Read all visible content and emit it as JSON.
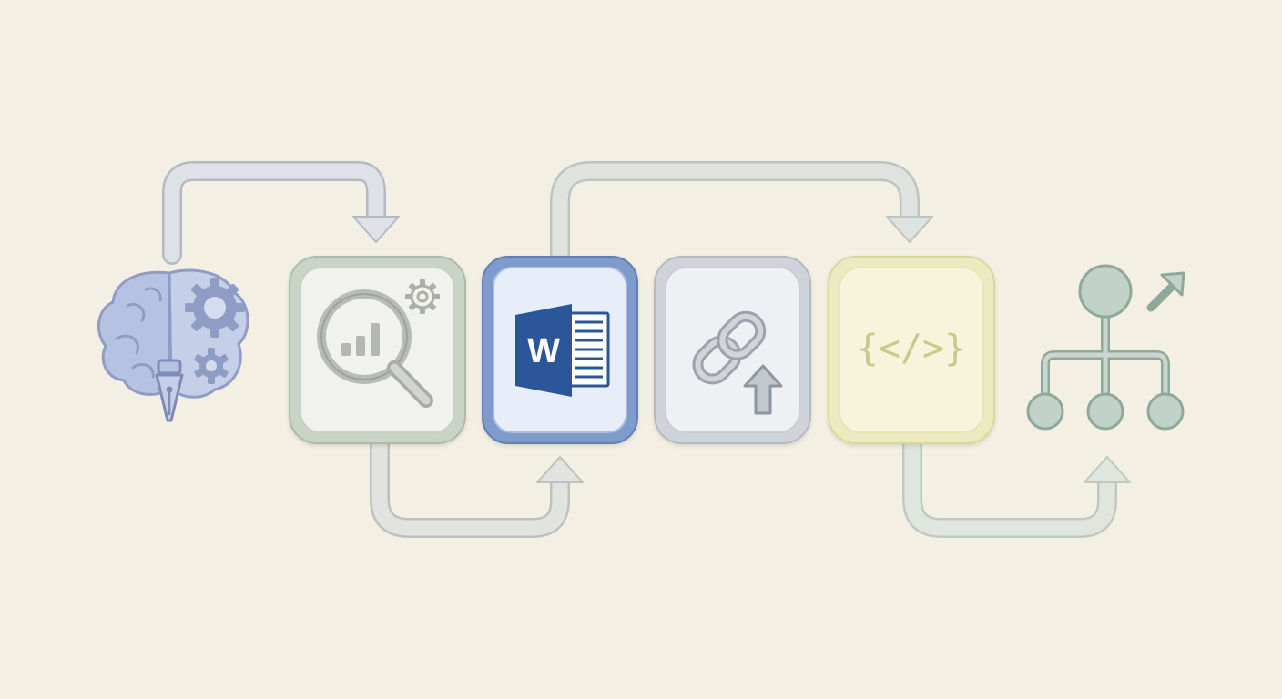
{
  "diagram": {
    "background": "#f4efe3",
    "colors": {
      "connector_blue": "#cfd3de",
      "connector_gray": "#d4d8d4",
      "connector_green": "#d5ddd2",
      "brain": "#b6c2e2",
      "brain_stroke": "#8f9cc4",
      "analysis_border": "#b9c6b4",
      "word_border": "#6f8fc4",
      "word_brand": "#2b579a",
      "link_border": "#bcc1ca",
      "code_border": "#dfe0a6",
      "hierarchy": "#a9c1b5"
    },
    "nodes": [
      {
        "id": "brain",
        "icon": "brain-gear-pen-icon"
      },
      {
        "id": "analysis",
        "icon": "magnifier-chart-icon"
      },
      {
        "id": "word",
        "icon": "word-document-icon",
        "letter": "W"
      },
      {
        "id": "link",
        "icon": "link-upload-icon"
      },
      {
        "id": "code",
        "icon": "code-braces-icon",
        "glyph": "{</>}"
      },
      {
        "id": "hierarchy",
        "icon": "hierarchy-growth-icon"
      }
    ],
    "connectors": [
      {
        "from": "brain",
        "to": "analysis",
        "route": "over"
      },
      {
        "from": "analysis",
        "to": "word",
        "route": "under"
      },
      {
        "from": "word",
        "to": "code",
        "route": "over"
      },
      {
        "from": "code",
        "to": "hierarchy",
        "route": "under"
      }
    ]
  }
}
